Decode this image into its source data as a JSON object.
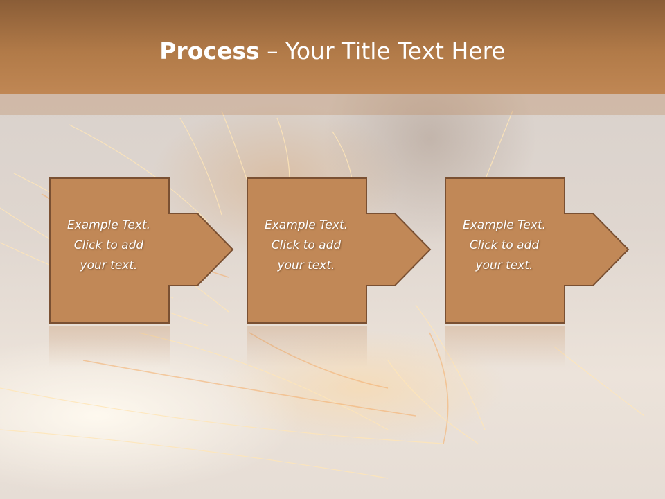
{
  "slide": {
    "title_bold": "Process",
    "title_rest": " – Your Title Text Here"
  },
  "steps": [
    {
      "line1": "Example Text.",
      "line2": "Click  to add",
      "line3": "your text."
    },
    {
      "line1": "Example Text.",
      "line2": "Click  to add",
      "line3": "your text."
    },
    {
      "line1": "Example Text.",
      "line2": "Click  to add",
      "line3": "your text."
    }
  ],
  "colors": {
    "band": "#b17a48",
    "box_fill": "#c18857",
    "box_border": "#7a5032"
  },
  "icons": [
    "right-arrow-icon"
  ]
}
